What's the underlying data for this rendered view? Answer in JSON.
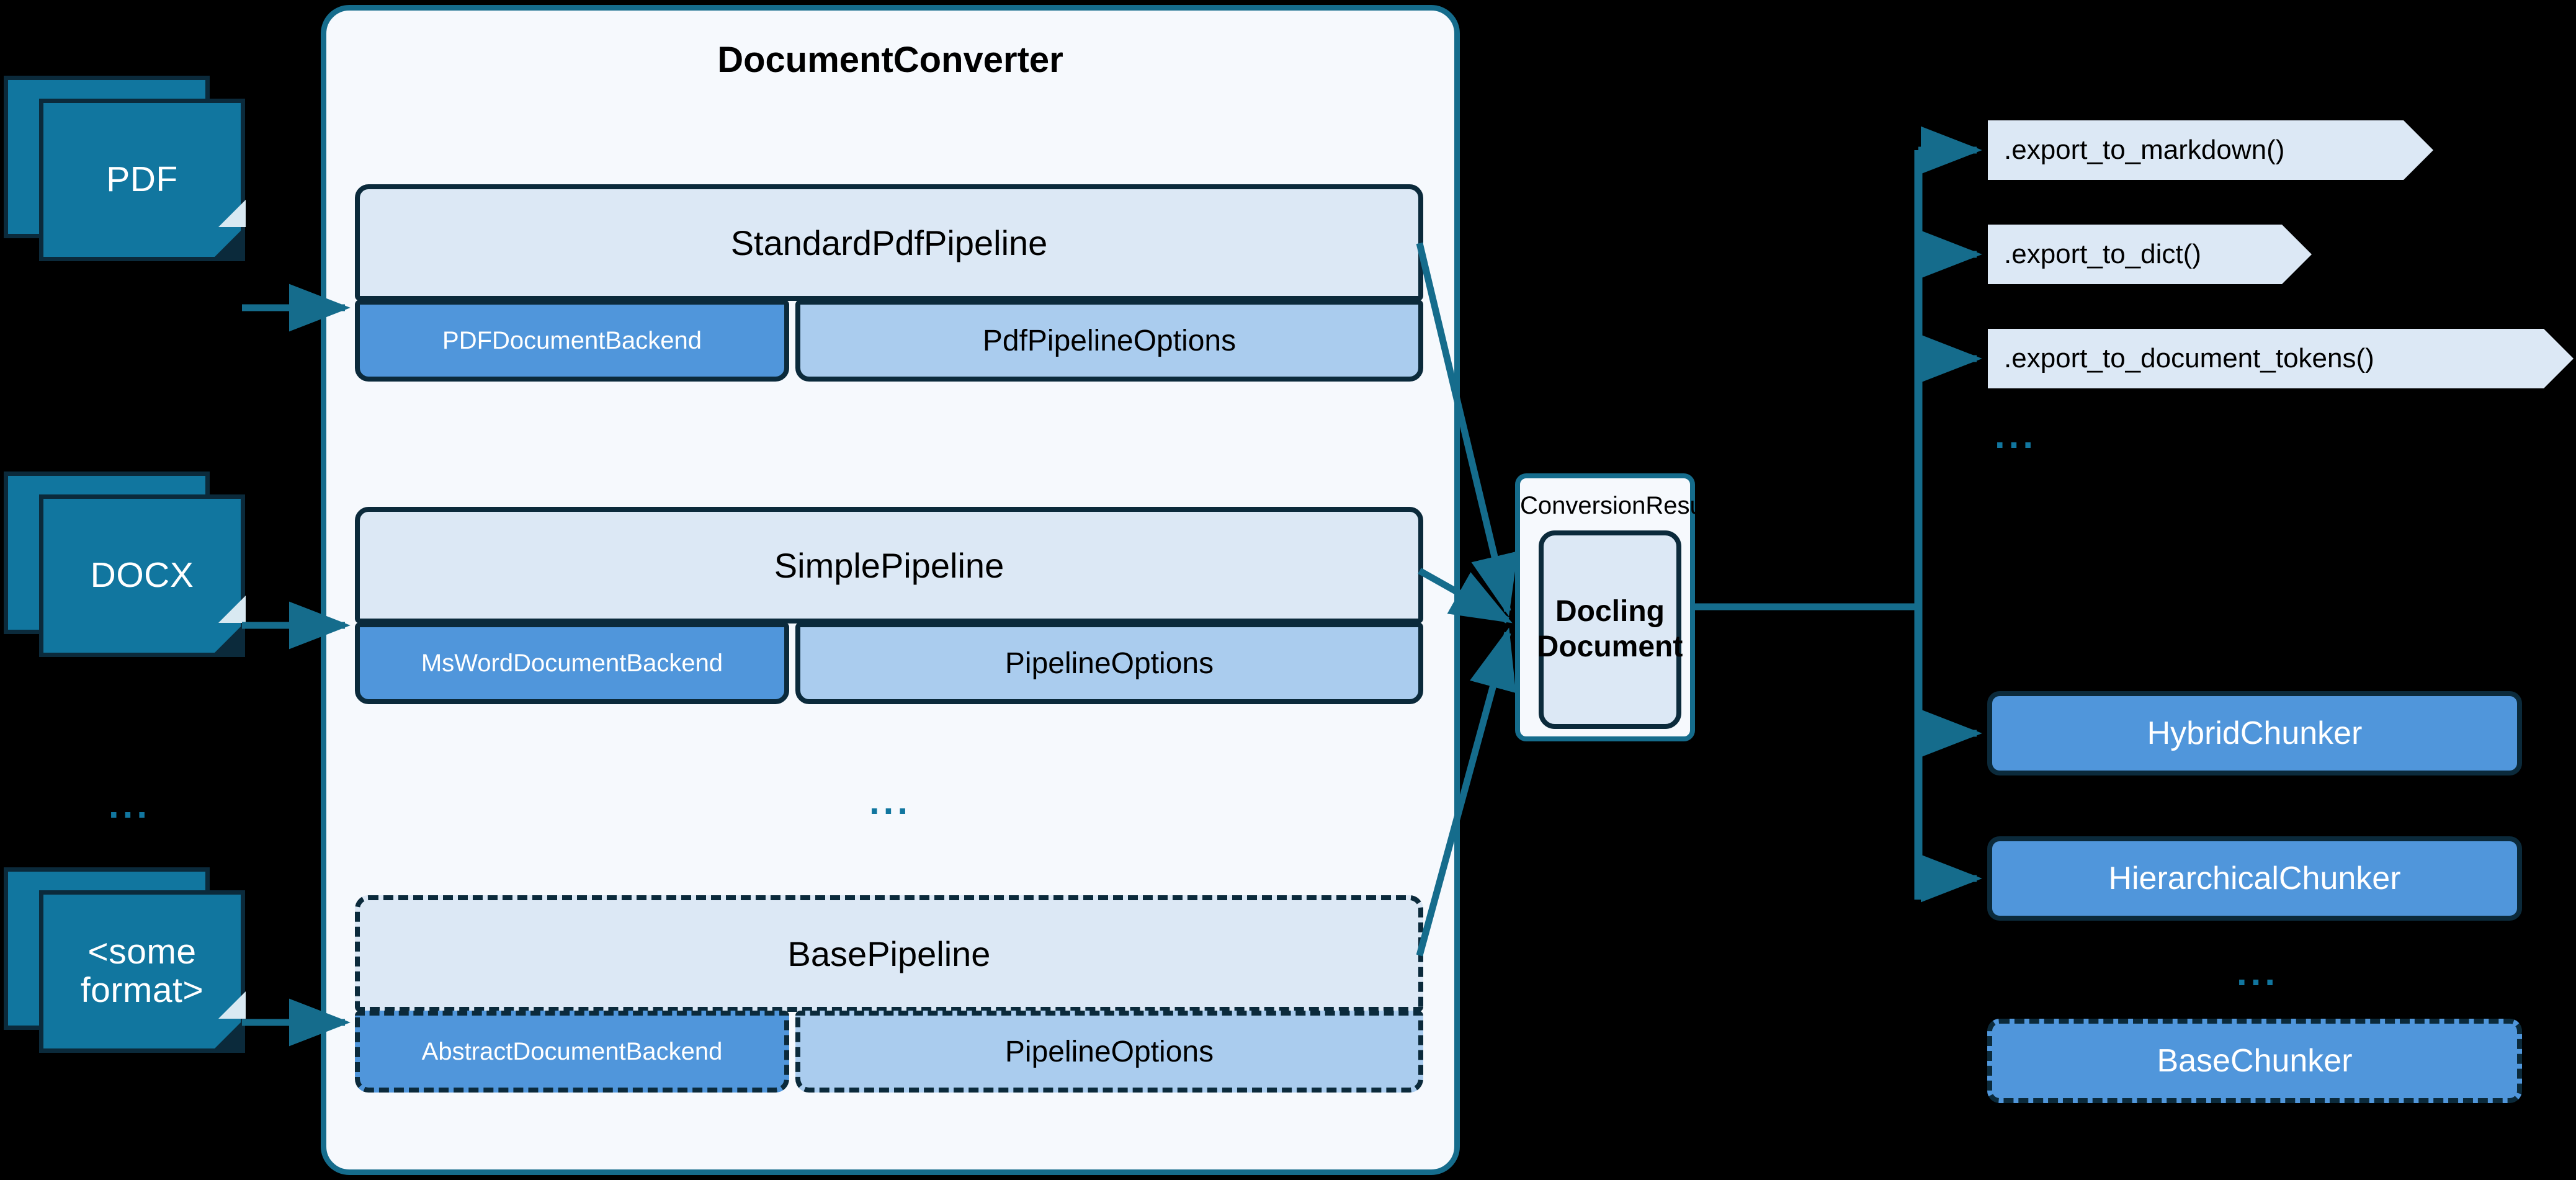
{
  "inputs": {
    "documents": [
      {
        "label": "PDF",
        "name": "pdf"
      },
      {
        "label": "DOCX",
        "name": "docx"
      },
      {
        "label": "<some\nformat>",
        "name": "some-format"
      }
    ],
    "ellipsis": "..."
  },
  "converter": {
    "title": "DocumentConverter",
    "ellipsis": "...",
    "pipelines": [
      {
        "name": "standard-pdf",
        "pipeline": "StandardPdfPipeline",
        "backend": "PDFDocumentBackend",
        "options": "PdfPipelineOptions",
        "abstract": false
      },
      {
        "name": "simple",
        "pipeline": "SimplePipeline",
        "backend": "MsWordDocumentBackend",
        "options": "PipelineOptions",
        "abstract": false
      },
      {
        "name": "base",
        "pipeline": "BasePipeline",
        "backend": "AbstractDocumentBackend",
        "options": "PipelineOptions",
        "abstract": true
      }
    ]
  },
  "result": {
    "title": "ConversionResult",
    "document_line1": "Docling",
    "document_line2": "Document"
  },
  "exports": {
    "methods": [
      {
        "label": ".export_to_markdown()",
        "name": "export-to-markdown"
      },
      {
        "label": ".export_to_dict()",
        "name": "export-to-dict"
      },
      {
        "label": ".export_to_document_tokens()",
        "name": "export-to-document-tokens"
      }
    ],
    "ellipsis": "..."
  },
  "chunkers": {
    "items": [
      {
        "label": "HybridChunker",
        "name": "hybrid-chunker",
        "abstract": false
      },
      {
        "label": "HierarchicalChunker",
        "name": "hierarchical-chunker",
        "abstract": false
      },
      {
        "label": "BaseChunker",
        "name": "base-chunker",
        "abstract": true
      }
    ],
    "ellipsis": "..."
  },
  "colors": {
    "background": "#000000",
    "doc_icon": "#11769F",
    "doc_icon_border": "#0B2A3B",
    "container_bg": "#F6F9FD",
    "container_border": "#156C8C",
    "pipeline_bg": "#DCE8F5",
    "backend_bg": "#5096DB",
    "options_bg": "#AACCEE",
    "box_border": "#0B2A3B",
    "connector": "#156C8C",
    "ellipsis": "#11769F"
  }
}
